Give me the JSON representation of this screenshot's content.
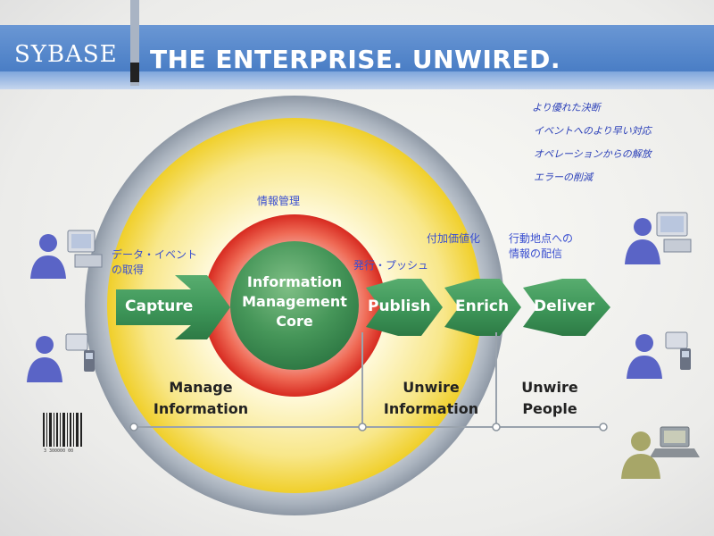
{
  "header": {
    "logo": "SYBASE",
    "title": "THE ENTERPRISE. UNWIRED."
  },
  "benefits": [
    "より優れた決断",
    "イベントへのより早い対応",
    "オペレーションからの解放",
    "エラーの削減"
  ],
  "annotations": {
    "info_management": "情報管理",
    "data_event_line1": "データ・イベント",
    "data_event_line2": "の取得",
    "publish_push": "発行・プッシュ",
    "value_added": "付加価値化",
    "delivery_line1": "行動地点への",
    "delivery_line2": "情報の配信"
  },
  "core": {
    "line1": "Information",
    "line2": "Management",
    "line3": "Core"
  },
  "arrows": {
    "capture": "Capture",
    "publish": "Publish",
    "enrich": "Enrich",
    "deliver": "Deliver"
  },
  "stages": {
    "manage_line1": "Manage",
    "manage_line2": "Information",
    "unwire_info_line1": "Unwire",
    "unwire_info_line2": "Information",
    "unwire_people_line1": "Unwire",
    "unwire_people_line2": "People"
  },
  "barcode_caption": "3 300000 00",
  "colors": {
    "header_blue": "#4f82c8",
    "arrow_green": "#3f9a5c",
    "core_green": "#4a9a62",
    "red_ring": "#e23a2f",
    "yellow_ring": "#f3d63a",
    "grey_ring": "#a9b2bd",
    "jp_text": "#3a4fd0"
  }
}
